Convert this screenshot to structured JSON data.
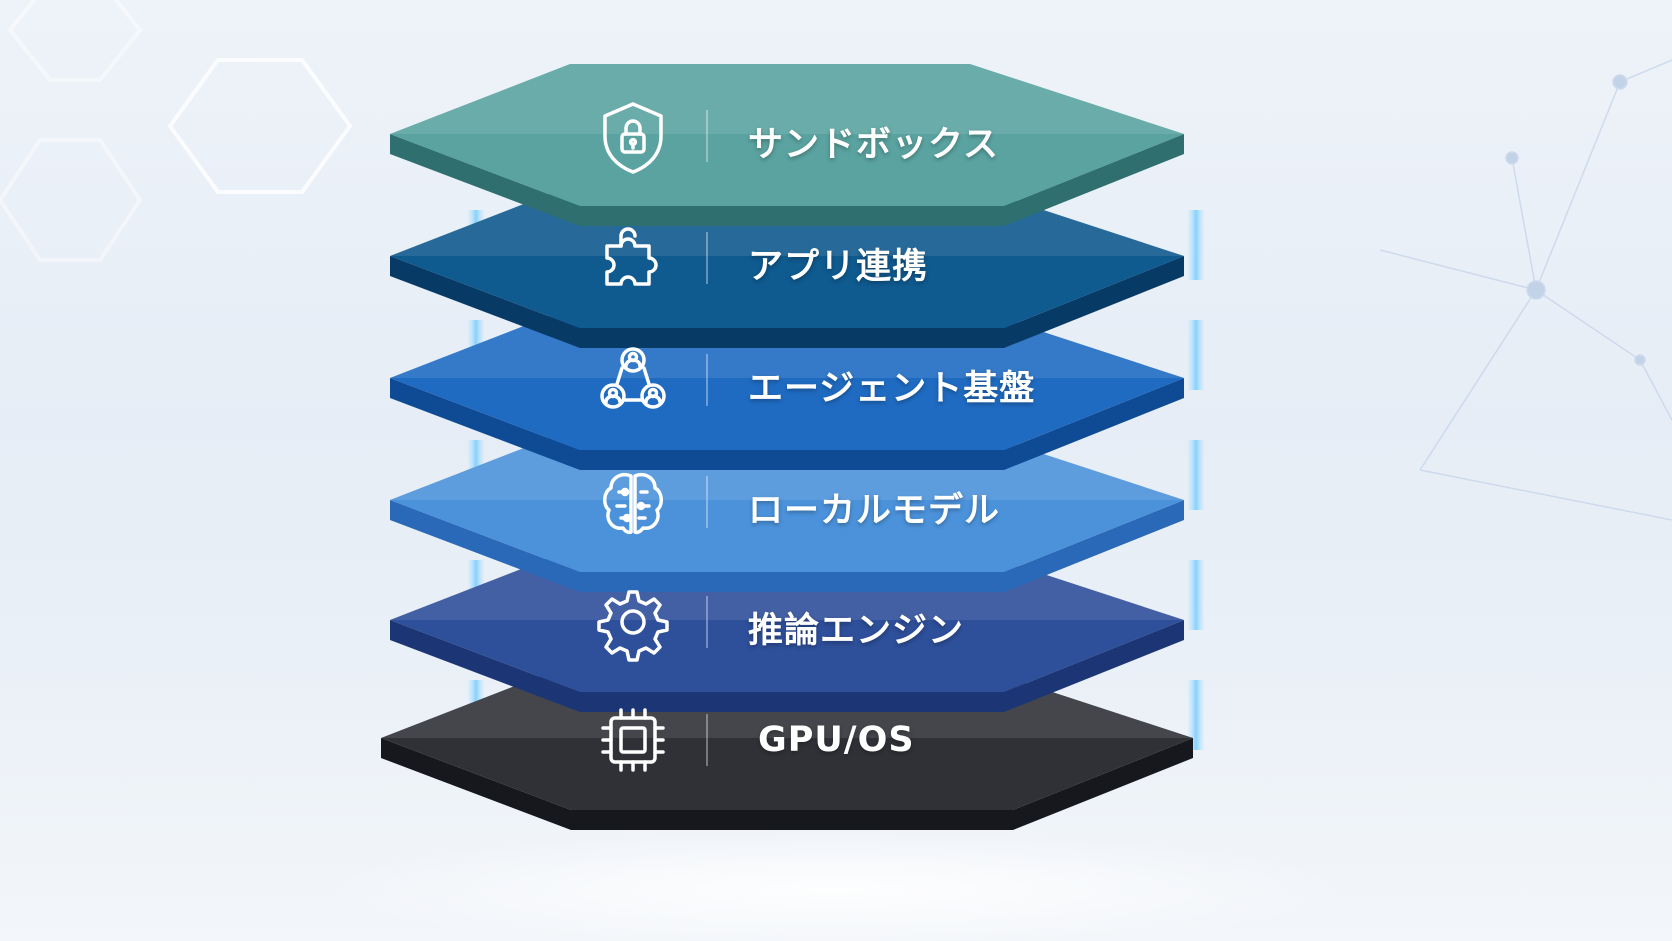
{
  "layers": [
    {
      "label": "サンドボックス",
      "icon": "shield-lock-icon",
      "colors": {
        "top": "#5aa3a0",
        "edge": "#2f6f70"
      }
    },
    {
      "label": "アプリ連携",
      "icon": "puzzle-icon",
      "colors": {
        "top": "#0f5a8f",
        "edge": "#083a66"
      }
    },
    {
      "label": "エージェント基盤",
      "icon": "agents-network-icon",
      "colors": {
        "top": "#1f6bc2",
        "edge": "#0f4a94"
      }
    },
    {
      "label": "ローカルモデル",
      "icon": "brain-icon",
      "colors": {
        "top": "#4b92db",
        "edge": "#2a68b8"
      }
    },
    {
      "label": "推論エンジン",
      "icon": "gear-icon",
      "colors": {
        "top": "#2e4f9a",
        "edge": "#1c3575"
      }
    },
    {
      "label": "GPU/OS",
      "icon": "chip-icon",
      "colors": {
        "top": "#2f3137",
        "edge": "#16181d"
      }
    }
  ]
}
